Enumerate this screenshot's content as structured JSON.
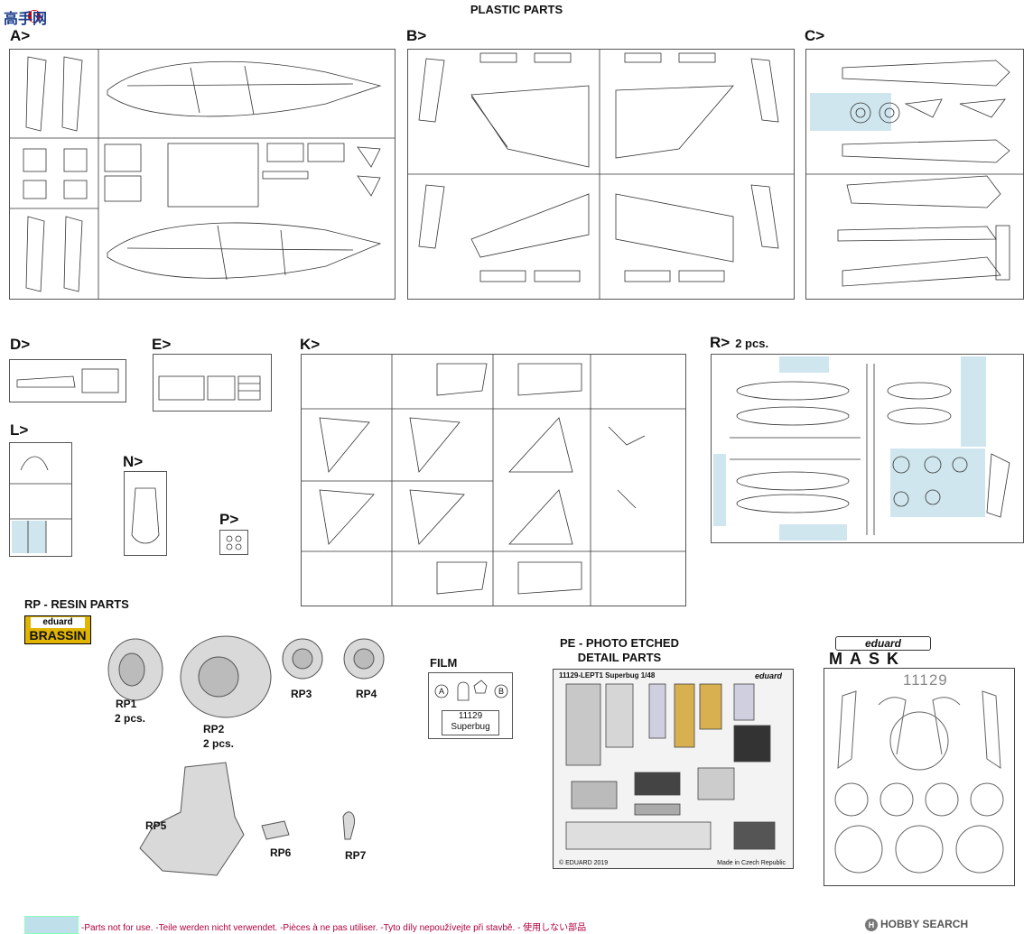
{
  "header": {
    "title": "PLASTIC PARTS"
  },
  "logo": {
    "text": "高手网"
  },
  "sprues": {
    "A": {
      "label": "A>"
    },
    "B": {
      "label": "B>"
    },
    "C": {
      "label": "C>"
    },
    "D": {
      "label": "D>"
    },
    "E": {
      "label": "E>"
    },
    "K": {
      "label": "K>"
    },
    "R": {
      "label": "R>",
      "note": "2 pcs."
    },
    "L": {
      "label": "L>"
    },
    "N": {
      "label": "N>"
    },
    "P": {
      "label": "P>"
    }
  },
  "resin": {
    "title": "RP - RESIN PARTS",
    "brand_top": "eduard",
    "brand_bottom": "BRASSIN",
    "parts": [
      {
        "id": "RP1",
        "qty": "2 pcs."
      },
      {
        "id": "RP2",
        "qty": "2 pcs."
      },
      {
        "id": "RP3",
        "qty": ""
      },
      {
        "id": "RP4",
        "qty": ""
      },
      {
        "id": "RP5",
        "qty": ""
      },
      {
        "id": "RP6",
        "qty": ""
      },
      {
        "id": "RP7",
        "qty": ""
      }
    ]
  },
  "film": {
    "title": "FILM",
    "marker_a": "A",
    "marker_b": "B",
    "code": "11129",
    "name": "Superbug"
  },
  "pe": {
    "title_line1": "PE - PHOTO ETCHED",
    "title_line2": "DETAIL PARTS",
    "fret_label": "11129-LEPT1  Superbug  1/48",
    "brand": "eduard",
    "copyright": "© EDUARD 2019",
    "made_in": "Made in Czech Republic"
  },
  "mask": {
    "brand": "eduard",
    "word": "MASK",
    "code": "11129"
  },
  "footer": {
    "legend": "-Parts not for use. -Teile werden nicht verwendet. -Pièces à ne pas utiliser. -Tyto díly nepoužívejte při stavbě. -  使用しない部品",
    "watermark": "HOBBY SEARCH"
  },
  "colors": {
    "unused_parts": "#cfe6ee",
    "brassin": "#e1b400",
    "legend_text": "#b0003a"
  }
}
